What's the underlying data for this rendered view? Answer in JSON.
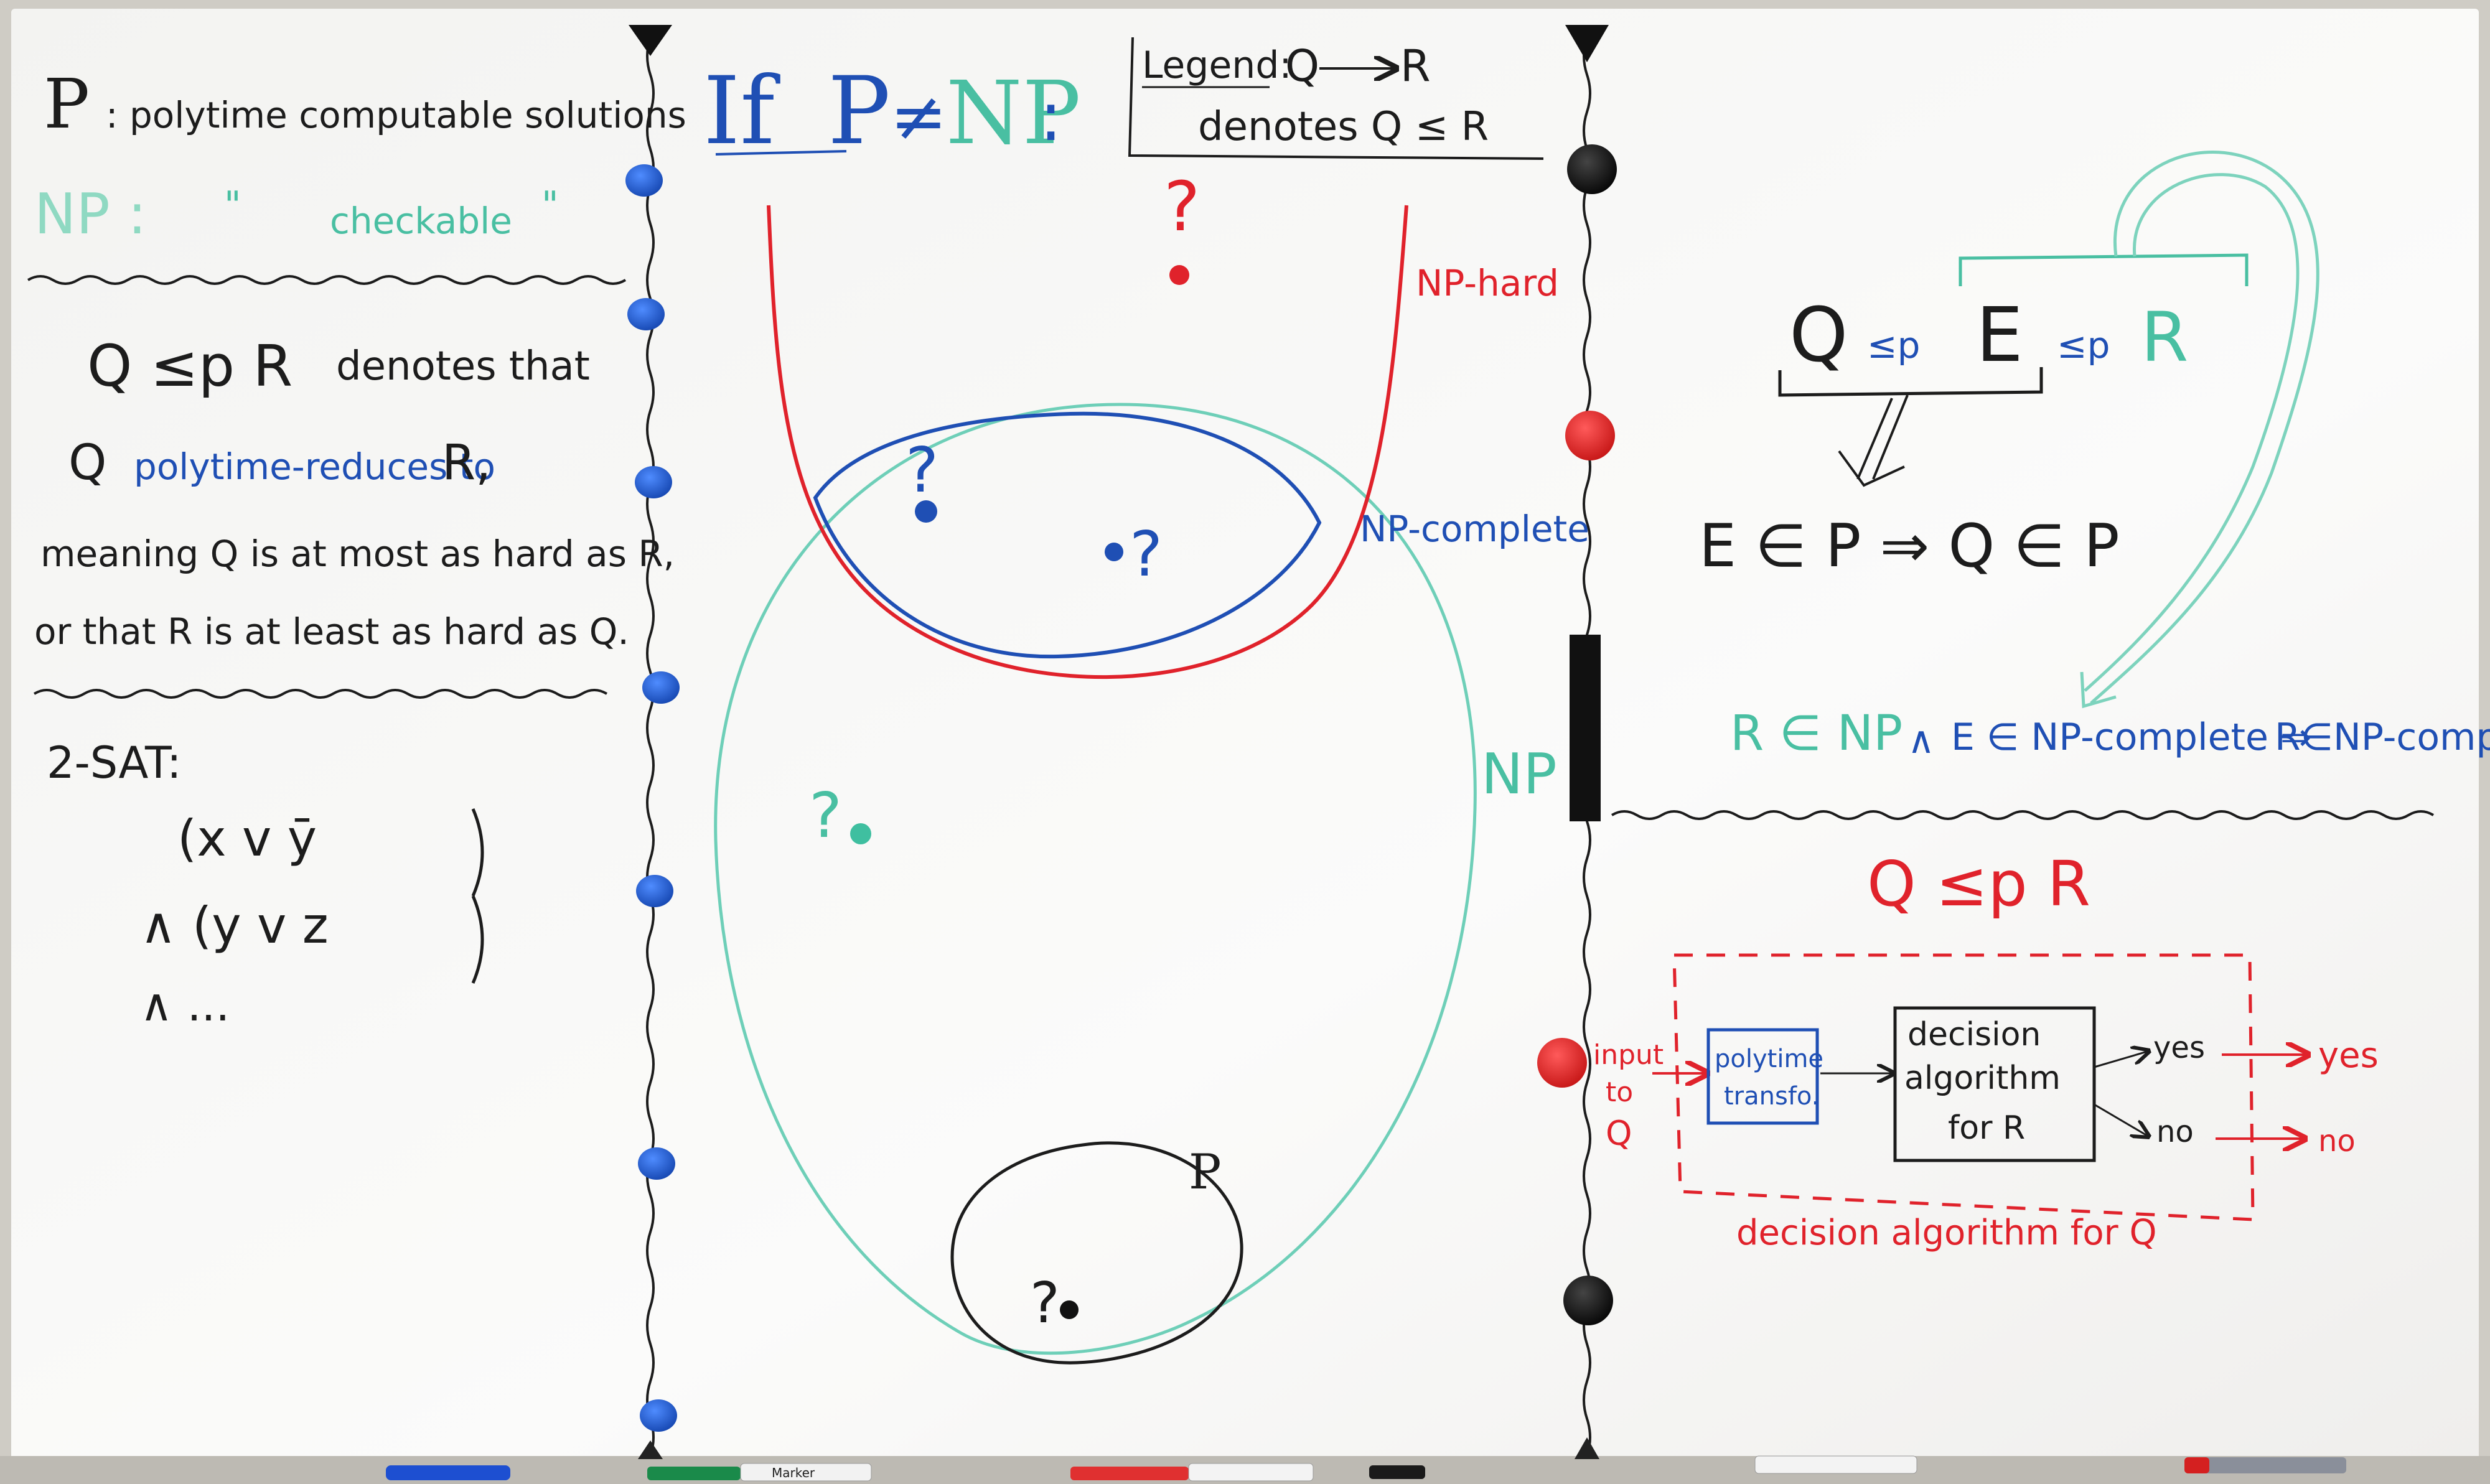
{
  "colors": {
    "black": "#1c1c1c",
    "green": "#49bfa2",
    "blue": "#1f4fb4",
    "red": "#e0222b",
    "magnet_blue": "#1f5fcf",
    "magnet_red": "#e02020",
    "magnet_black": "#111111"
  },
  "left": {
    "def_p_symbol": "P",
    "def_p_text": ": polytime computable solutions",
    "def_np_symbol": "NP :",
    "def_np_ditto1": "\"",
    "def_np_text": "checkable",
    "def_np_ditto2": "\"",
    "reduction_formula": "Q ≤p R",
    "reduction_denotes": "denotes that",
    "line2_q": "Q",
    "line2_text": "polytime-reduces to",
    "line2_r": "R,",
    "line3": "meaning Q is at most as hard as R,",
    "line4": "or that R is at least as hard as Q.",
    "sat_title": "2-SAT:",
    "sat_line1": "(x v ȳ",
    "sat_line2": "∧ (y v z",
    "sat_line3": "∧ ..."
  },
  "middle": {
    "title_if": "If",
    "title_p": "P",
    "title_neq": "≠",
    "title_np": "NP",
    "title_colon": ":",
    "legend_label": "Legend:",
    "legend_arrow_q": "Q",
    "legend_arrow_r": "R",
    "legend_denotes": "denotes Q ≤ R",
    "label_np_hard": "NP-hard",
    "label_np_complete": "NP-complete",
    "label_np": "NP",
    "label_p": "P",
    "question": "?"
  },
  "right": {
    "chain_q": "Q",
    "chain_le1": "≤p",
    "chain_e": "E",
    "chain_le2": "≤p",
    "chain_r": "R",
    "implication": "E ∈ P ⇒ Q ∈ P",
    "np_line_r": "R ∈ NP",
    "np_line_and": "∧",
    "np_line_e": "E ∈ NP-complete ⇒",
    "np_line_result": "R∈NP-complete",
    "diagram_title": "Q ≤p R",
    "input_label_1": "input",
    "input_label_2": "to",
    "input_label_3": "Q",
    "box1_line1": "polytime",
    "box1_line2": "transfo.",
    "box2_line1": "decision",
    "box2_line2": "algorithm",
    "box2_line3": "for R",
    "out_yes_inner": "yes",
    "out_no_inner": "no",
    "out_yes": "yes",
    "out_no": "no",
    "outer_caption": "decision algorithm for Q"
  },
  "tray": {
    "marker_label": "Marker"
  }
}
